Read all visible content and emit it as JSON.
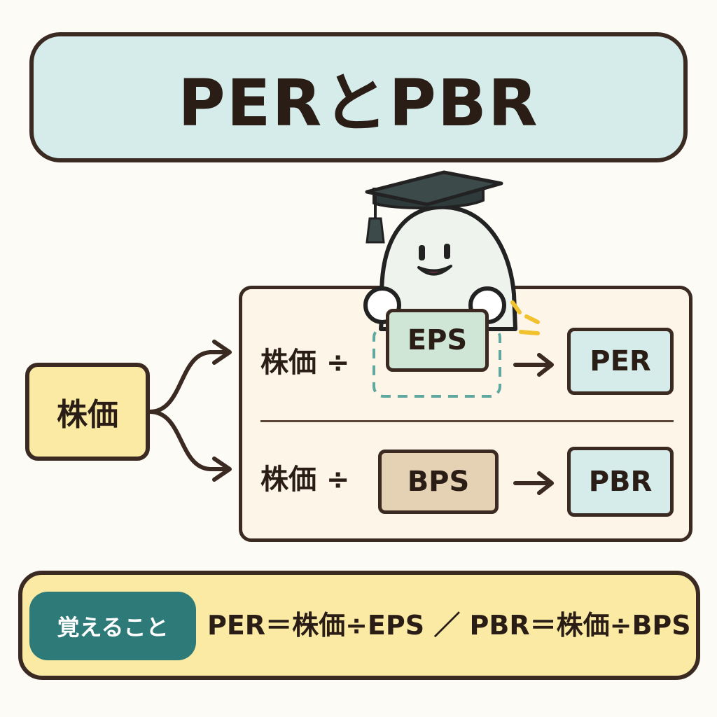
{
  "title": "PERとPBR",
  "stock_price": "株価",
  "rows": [
    {
      "left": "株価 ÷",
      "divisor": "EPS",
      "result": "PER"
    },
    {
      "left": "株価 ÷",
      "divisor": "BPS",
      "result": "PBR"
    }
  ],
  "summary": {
    "tag": "覚えること",
    "formula": "PER＝株価÷EPS ／ PBR＝株価÷BPS"
  },
  "colors": {
    "title_bg": "#d6ecea",
    "stock_bg": "#faeaa4",
    "eps_bg": "#cfe6d6",
    "bps_bg": "#e5d2b5",
    "result_bg": "#d6ecea",
    "tag_bg": "#2e7a78",
    "outline": "#3a2a22"
  },
  "icons": [
    "graduation-cap-icon",
    "mascot-icon",
    "arrow-right-icon",
    "sparkle-icon"
  ]
}
